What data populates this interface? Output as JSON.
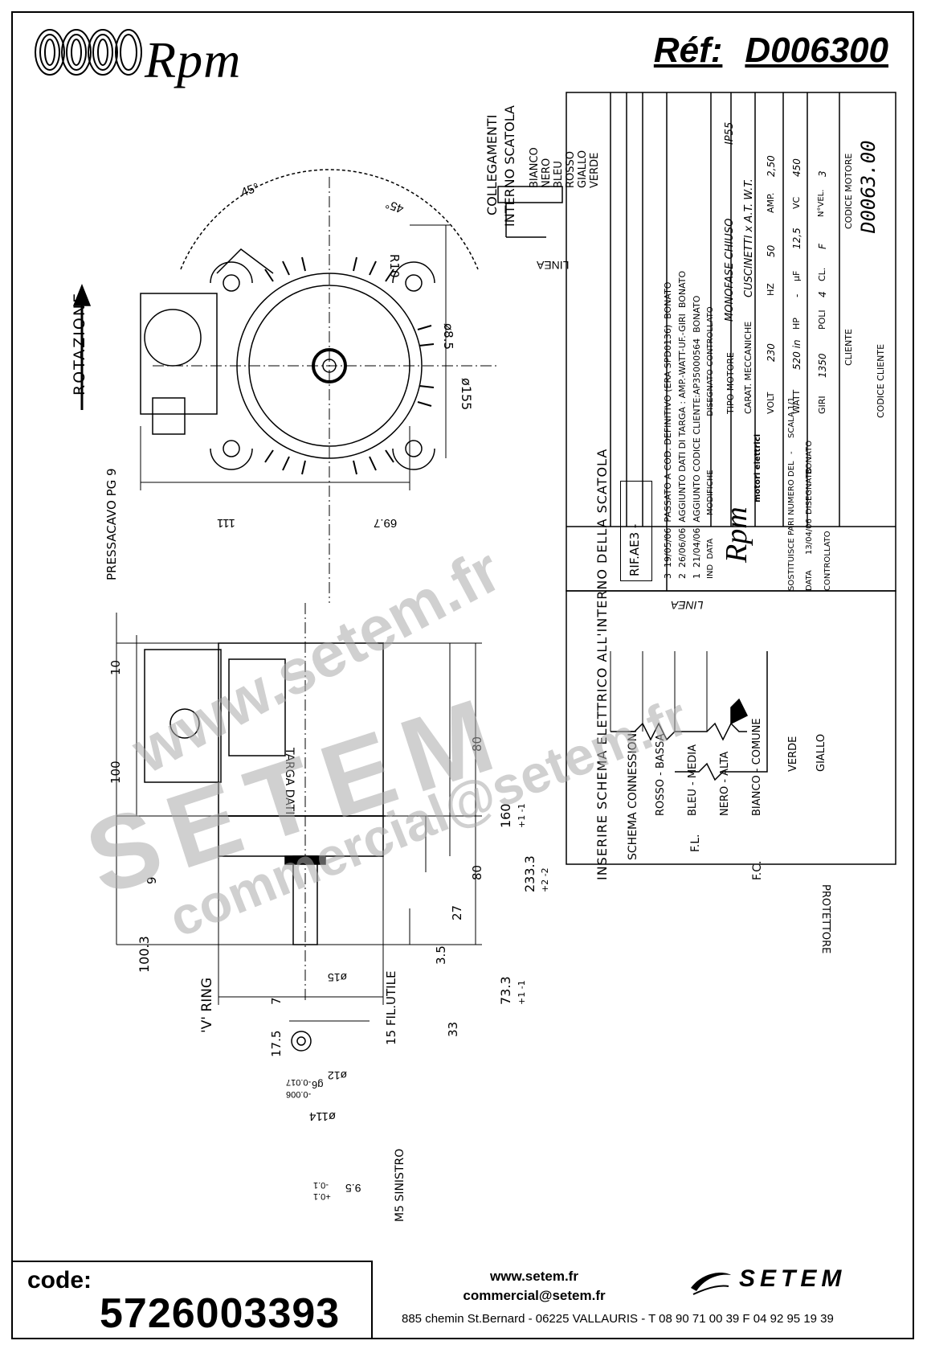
{
  "header": {
    "brand": "Rpm",
    "ref_label": "Réf:",
    "ref_value": "D006300"
  },
  "drawing": {
    "top_view": {
      "rotation_label": "ROTAZIONE",
      "cable_gland": "PRESSACAVO PG 9",
      "angle_left": "45°",
      "angle_right": "45°",
      "radius": "R10",
      "hole": "ø8.5",
      "diameter": "ø155",
      "dim_left": "111",
      "dim_right": "69.7"
    },
    "connections": {
      "title_line1": "COLLEGAMENTI",
      "title_line2": "INTERNO SCATOLA",
      "wires": [
        "BIANCO",
        "NERO",
        "BLEU",
        "ROSSO",
        "GIALLO",
        "VERDE"
      ],
      "line_label": "LINEA"
    },
    "side_view": {
      "d10": "10",
      "d100": "100",
      "d9": "9",
      "d100_3": "100.3",
      "d80_top": "80",
      "d80_bottom": "80",
      "d160": "160",
      "d160_tol": "+1 -1",
      "d233": "233.3",
      "d233_tol": "+2 -2",
      "d27": "27",
      "d3_5": "3.5",
      "d73": "73.3",
      "d73_tol": "+1 -1",
      "d33": "33",
      "d7": "7",
      "d17_5": "17.5",
      "d15": "ø15",
      "thread": "15 FIL.UTILE",
      "vring": "'V' RING",
      "d12": "ø12",
      "g6": "g6",
      "g6_tol_a": "-0.006",
      "g6_tol_b": "-0.017",
      "d114": "ø114",
      "targa": "TARGA DATI",
      "d9_5": "9.5",
      "tol_plus": "+0.1",
      "tol_minus": "-0.1",
      "m5": "M5 SINISTRO"
    },
    "wiring": {
      "note": "INSERIRE SCHEMA ELETTRICO ALL'INTERNO DELLA SCATOLA",
      "rif": "RIF.AE3 -",
      "schema": "SCHEMA CONNESSIONI",
      "line": "LINEA",
      "rosso": "ROSSO - BASSA",
      "bleu": "BLEU - MEDIA",
      "nero": "NERO - ALTA",
      "bianco": "BIANCO - COMUNE",
      "verde": "VERDE",
      "giallo": "GIALLO",
      "fl": "F.L.",
      "fc": "F.C.",
      "protettore": "PROTETTORE"
    },
    "title_block": {
      "revisions": [
        {
          "n": "3",
          "date": "19/05/06",
          "text": "PASSATO A COD. DEFINITIVO (ERA SPD0136)",
          "by": "BONATO"
        },
        {
          "n": "2",
          "date": "26/06/06",
          "text": "AGGIUNTO DATI DI TARGA : AMP.-WATT-UF.-GIRI",
          "by": "BONATO"
        },
        {
          "n": "1",
          "date": "21/04/06",
          "text": "AGGIUNTO CODICE CLIENTE:AP35000564",
          "by": "BONATO"
        }
      ],
      "rev_header": [
        "IND",
        "DATA",
        "MODIFICHE",
        "DISEGNATO",
        "CONTROLLATO"
      ],
      "tipo_motore_label": "TIPO MOTORE",
      "tipo_motore": "MONOFASE CHIUSO",
      "ip": "IP55",
      "carat_label": "CARAT. MECCANICHE",
      "carat": "CUSCINETTI x A.T. W.T.",
      "volt_label": "VOLT",
      "volt": "230",
      "hz_label": "HZ",
      "hz": "50",
      "amp_label": "AMP.",
      "amp": "2,50",
      "watt_label": "WATT",
      "watt": "520 in",
      "hp_label": "HP",
      "hp": "-",
      "uf_label": "μF",
      "uf": "12,5",
      "vc_label": "VC",
      "vc": "450",
      "giri_label": "GIRI",
      "giri": "1350",
      "poli_label": "POLI",
      "poli": "4",
      "cl_label": "CL.",
      "cl": "F",
      "nvel_label": "N°VEL.",
      "nvel": "3",
      "cliente_label": "CLIENTE",
      "codice_motore_label": "CODICE MOTORE",
      "codice_motore": "D0063.00",
      "codice_cliente_label": "CODICE CLIENTE",
      "rpm_logo": "Rpm",
      "rpm_sub": "motori elettrici",
      "sostituisce_label": "SOSTITUISCE PARI NUMERO DEL",
      "sostituisce": "-",
      "scala_label": "SCALA",
      "scala": "1/1",
      "data_label": "DATA",
      "data": "13/04/06",
      "disegnato_label": "DISEGNATO",
      "disegnato": "BONATO",
      "controllato_label": "CONTROLLATO"
    }
  },
  "watermark": {
    "url": "www.setem.fr",
    "brand": "SETEM",
    "email": "commercial@setem.fr"
  },
  "footer": {
    "code_label": "code:",
    "code_value": "5726003393",
    "website": "www.setem.fr",
    "email": "commercial@setem.fr",
    "address": "885 chemin St.Bernard  -  06225 VALLAURIS  -  T 08 90 71 00 39   F 04 92 95 19 39",
    "logo": "SETEM"
  }
}
